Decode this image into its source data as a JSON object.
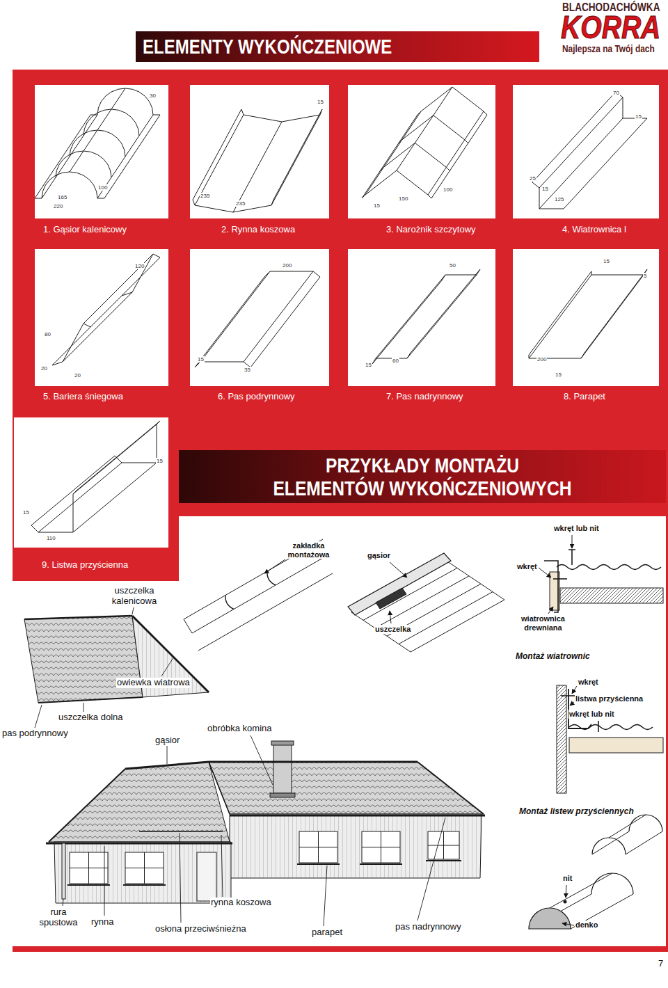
{
  "diagram": {
    "title": "ELEMENTY WYKOŃCZENIOWE",
    "nodes": [
      {
        "text": [
          "PRZYKŁADY MONTAŻU ELEMENTÓW WYKOŃCZENIOWYCH"
        ]
      }
    ],
    "labels": [
      "BLACHODACHÓWKA",
      "KORRA",
      "Najlepsza na Twój dach",
      "30",
      "100",
      "165",
      "220",
      "1. Gąsior kalenicowy",
      "15",
      "235",
      "235",
      "2. Rynna koszowa",
      "15",
      "150",
      "100",
      "3. Narożnik szczytowy",
      "70",
      "15",
      "25",
      "15",
      "125",
      "4. Wiatrownica I",
      "120",
      "80",
      "20",
      "20",
      "5. Bariera śniegowa",
      "200",
      "15",
      "35",
      "6. Pas podrynnowy",
      "50",
      "15",
      "60",
      "7. Pas nadrynnowy",
      "15",
      "5",
      "200",
      "15",
      "8. Parapet",
      "15",
      "15",
      "110",
      "9. Listwa przyścienna",
      "zakładka montażowa",
      "gąsior",
      "uszczelka",
      "wkręt lub nit",
      "wkręt",
      "wiatrownica drewniana",
      "Montaż wiatrownic",
      "wkręt",
      "listwa przyścienna",
      "wkręt lub nit",
      "Montaż listew przyściennych",
      "nit",
      "denko",
      "uszczelka kalenicowa",
      "owiewka wiatrowa",
      "uszczelka dolna",
      "pas podrynnowy",
      "gąsior",
      "obróbka komina",
      "rura spustowa",
      "rynna",
      "rynna koszowa",
      "osłona przeciwśnieżna",
      "parapet",
      "pas nadrynnowy",
      "7"
    ]
  }
}
